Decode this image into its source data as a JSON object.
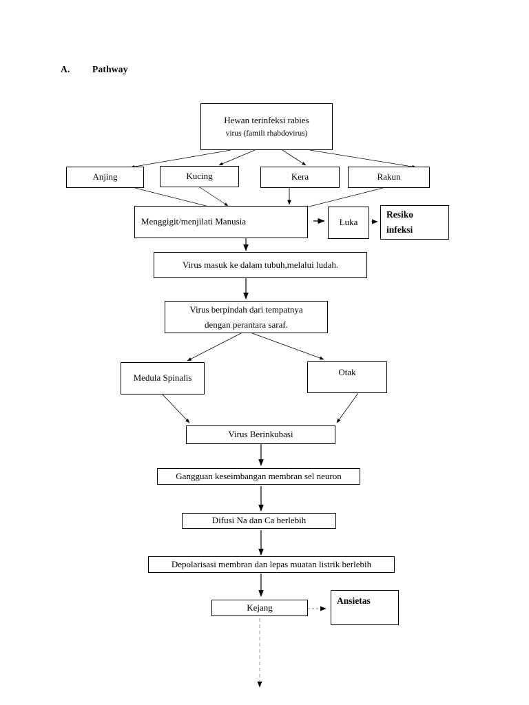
{
  "page": {
    "section_marker": "A.",
    "section_title": "Pathway",
    "background_color": "#ffffff",
    "line_color": "#000000"
  },
  "diagram": {
    "type": "flowchart",
    "title": "Pathway",
    "nodes": [
      {
        "id": "source",
        "label_line1": "Hewan terinfeksi rabies",
        "label_line2": "virus (famili rhabdovirus)",
        "bold": false
      },
      {
        "id": "anjing",
        "label_line1": "Anjing",
        "label_line2": "",
        "bold": false
      },
      {
        "id": "kucing",
        "label_line1": "Kucing",
        "label_line2": "",
        "bold": false
      },
      {
        "id": "kera",
        "label_line1": "Kera",
        "label_line2": "",
        "bold": false
      },
      {
        "id": "rakun",
        "label_line1": "Rakun",
        "label_line2": "",
        "bold": false
      },
      {
        "id": "menggigit",
        "label_line1": "Menggigit/menjilati Manusia",
        "label_line2": "",
        "bold": false
      },
      {
        "id": "luka",
        "label_line1": "Luka",
        "label_line2": "",
        "bold": false
      },
      {
        "id": "resiko",
        "label_line1": "Resiko",
        "label_line2": "infeksi",
        "bold": true
      },
      {
        "id": "masuk",
        "label_line1": "Virus masuk ke dalam tubuh,melalui ludah.",
        "label_line2": "",
        "bold": false
      },
      {
        "id": "berpindah",
        "label_line1": "Virus berpindah dari tempatnya",
        "label_line2": "dengan perantara saraf.",
        "bold": false
      },
      {
        "id": "medula",
        "label_line1": "Medula Spinalis",
        "label_line2": "",
        "bold": false
      },
      {
        "id": "otak",
        "label_line1": "Otak",
        "label_line2": "",
        "bold": false
      },
      {
        "id": "inkubasi",
        "label_line1": "Virus Berinkubasi",
        "label_line2": "",
        "bold": false
      },
      {
        "id": "gangguan",
        "label_line1": "Gangguan keseimbangan membran sel neuron",
        "label_line2": "",
        "bold": false
      },
      {
        "id": "difusi",
        "label_line1": "Difusi Na dan Ca berlebih",
        "label_line2": "",
        "bold": false
      },
      {
        "id": "depolarisasi",
        "label_line1": "Depolarisasi membran dan lepas muatan listrik berlebih",
        "label_line2": "",
        "bold": false
      },
      {
        "id": "kejang",
        "label_line1": "Kejang",
        "label_line2": "",
        "bold": false
      },
      {
        "id": "ansietas",
        "label_line1": "Ansietas",
        "label_line2": "",
        "bold": true
      }
    ],
    "edges": [
      {
        "from": "source",
        "to": "anjing"
      },
      {
        "from": "source",
        "to": "kucing"
      },
      {
        "from": "source",
        "to": "kera"
      },
      {
        "from": "source",
        "to": "rakun"
      },
      {
        "from": "anjing",
        "to": "menggigit"
      },
      {
        "from": "kucing",
        "to": "menggigit"
      },
      {
        "from": "kera",
        "to": "menggigit"
      },
      {
        "from": "rakun",
        "to": "menggigit"
      },
      {
        "from": "menggigit",
        "to": "luka"
      },
      {
        "from": "luka",
        "to": "resiko"
      },
      {
        "from": "menggigit",
        "to": "masuk"
      },
      {
        "from": "masuk",
        "to": "berpindah"
      },
      {
        "from": "berpindah",
        "to": "medula"
      },
      {
        "from": "berpindah",
        "to": "otak"
      },
      {
        "from": "medula",
        "to": "inkubasi"
      },
      {
        "from": "otak",
        "to": "inkubasi"
      },
      {
        "from": "inkubasi",
        "to": "gangguan"
      },
      {
        "from": "gangguan",
        "to": "difusi"
      },
      {
        "from": "difusi",
        "to": "depolarisasi"
      },
      {
        "from": "depolarisasi",
        "to": "kejang"
      },
      {
        "from": "kejang",
        "to": "ansietas"
      },
      {
        "from": "kejang",
        "to": "continues-below"
      }
    ]
  }
}
